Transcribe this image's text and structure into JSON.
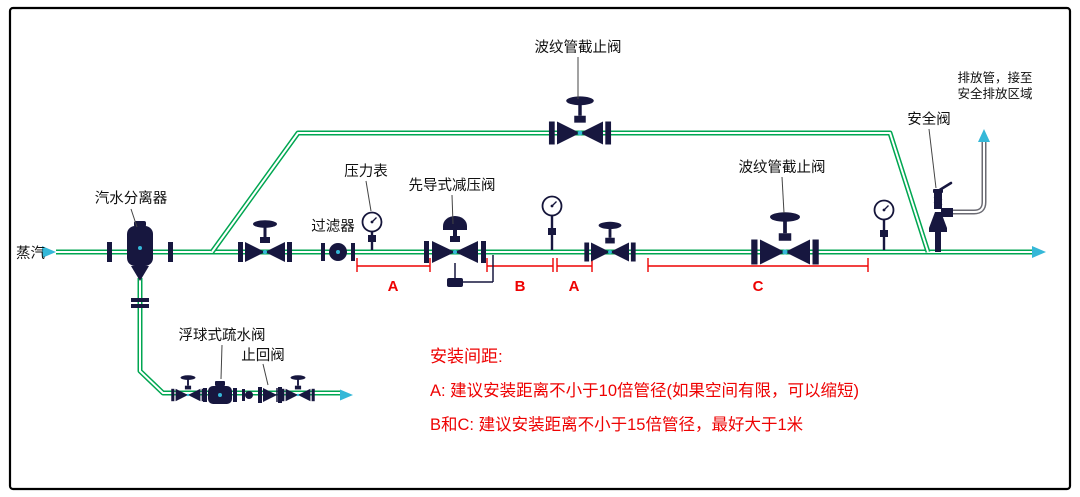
{
  "diagram": {
    "labels": {
      "steam_inlet": "蒸汽",
      "separator": "汽水分离器",
      "strainer": "过滤器",
      "pressure_gauge": "压力表",
      "prv": "先导式减压阀",
      "bypass_stop_valve": "波纹管截止阀",
      "downstream_stop_valve": "波纹管截止阀",
      "safety_valve": "安全阀",
      "discharge_line1": "排放管，接至",
      "discharge_line2": "安全排放区域",
      "float_trap": "浮球式疏水阀",
      "check_valve": "止回阀"
    },
    "dimensions": {
      "a1": "A",
      "b": "B",
      "a2": "A",
      "c": "C"
    },
    "notes": {
      "title": "安装间距:",
      "note_a": "A: 建议安装距离不小于10倍管径(如果空间有限，可以缩短)",
      "note_bc": "B和C: 建议安装距离不小于15倍管径，最好大于1米"
    },
    "colors": {
      "pipe_green": "#00a651",
      "accent_red": "#ee0202",
      "valve_dark": "#17173f",
      "accent_cyan": "#35b8d8",
      "discharge_gray": "#6a6a72"
    }
  }
}
